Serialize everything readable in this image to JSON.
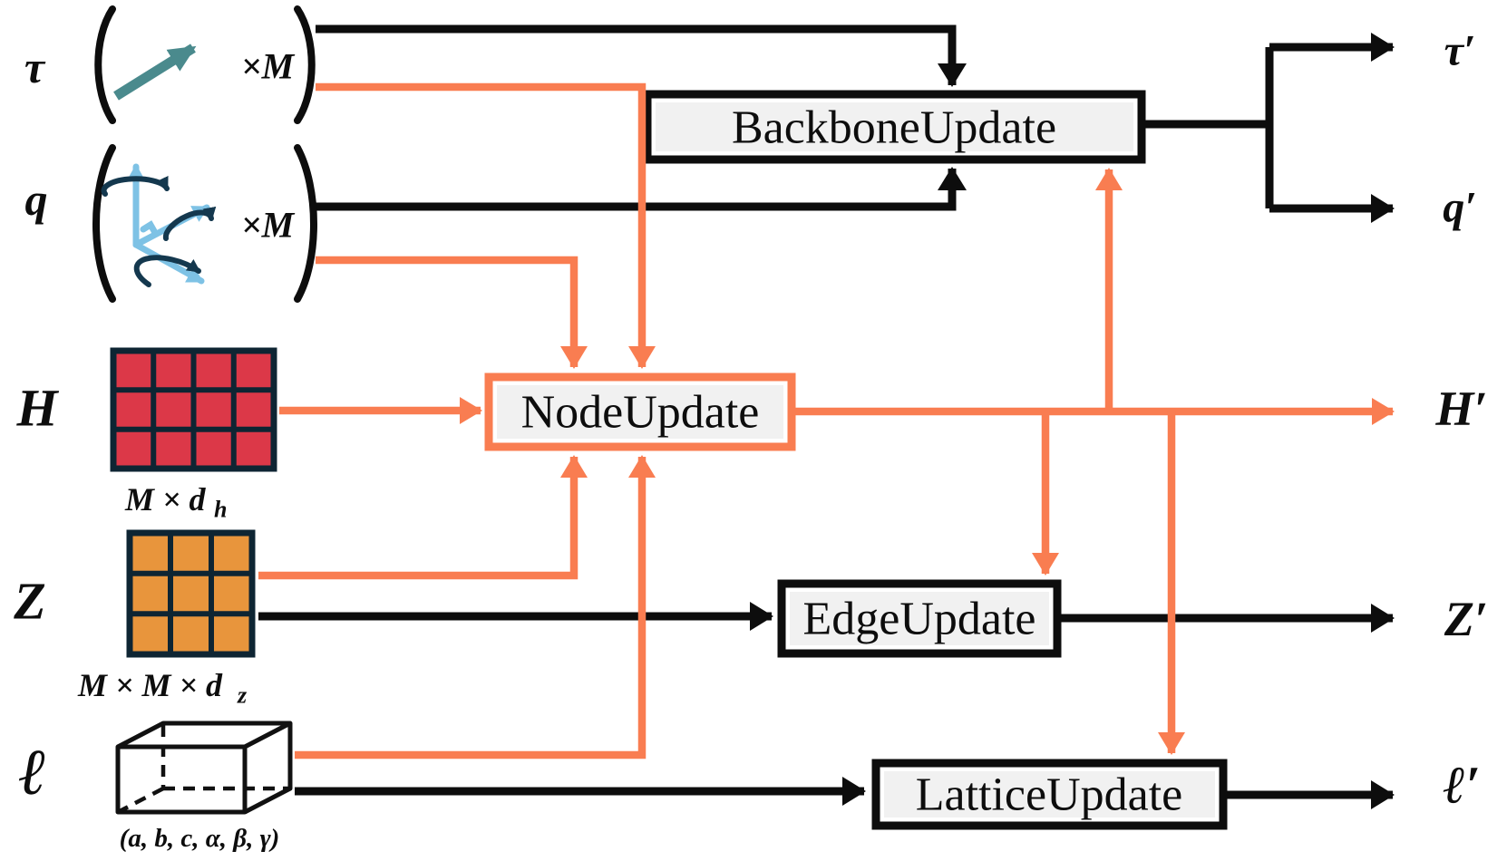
{
  "figure": {
    "type": "model-architecture-diagram",
    "modules": {
      "backbone_update": "BackboneUpdate",
      "node_update": "NodeUpdate",
      "edge_update": "EdgeUpdate",
      "lattice_update": "LatticeUpdate"
    },
    "inputs": {
      "translations": {
        "symbol": "τ",
        "count": "×M"
      },
      "rotations": {
        "symbol": "q",
        "count": "×M"
      },
      "node_features": {
        "symbol": "H",
        "shape_main": "M × d",
        "shape_sub": "h"
      },
      "edge_features": {
        "symbol": "Z",
        "shape_main": "M × M × d",
        "shape_sub": "z"
      },
      "lattice": {
        "symbol": "ℓ",
        "params": "(a, b, c, α, β, γ)"
      }
    },
    "outputs": {
      "translations": "τ′",
      "rotations": "q′",
      "node_features": "H′",
      "edge_features": "Z′",
      "lattice": "ℓ′"
    },
    "colors": {
      "wire_black": "#0d0d0d",
      "wire_orange": "#f97d51",
      "module_fill": "#f1f1f1",
      "node_matrix_cell": "#dc3848",
      "edge_matrix_cell": "#e8953c",
      "matrix_border": "#0e2533",
      "translation_arrow": "#4a8a8d",
      "rotation_axes": "#7ec2e5",
      "rotation_arcs": "#14384e"
    }
  }
}
